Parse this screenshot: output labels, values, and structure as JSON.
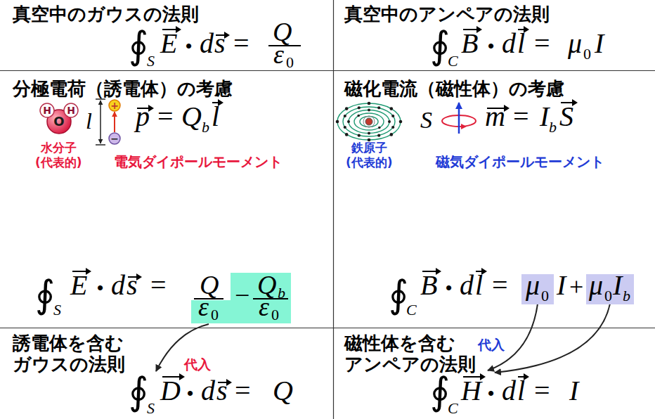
{
  "diagram": {
    "nodes": [
      {
        "text": [
          "H"
        ]
      },
      {
        "text": [
          "O"
        ]
      },
      {
        "text": [
          "H"
        ]
      },
      {
        "text": [
          "+"
        ]
      },
      {
        "text": [
          "−"
        ]
      },
      {
        "text": [
          "ε",
          "0",
          "−",
          "Q",
          "b",
          "ε",
          "0"
        ]
      },
      {
        "text": [
          "μ",
          "0"
        ]
      },
      {
        "text": [
          "μ",
          "0",
          "I",
          "b"
        ]
      }
    ],
    "edges": [
      {
        "from": 4,
        "to": 3,
        "arrow": "to"
      }
    ],
    "labels": [
      "真空中のガウスの法則",
      "∮",
      "S",
      "E",
      "•",
      "d",
      "s",
      "=",
      "Q",
      "ε",
      "0",
      "真空中のアンペアの法則",
      "∮",
      "C",
      "B",
      "•",
      "d",
      "l",
      "=",
      "μ",
      "0",
      "I",
      "分極電荷（誘電体）の考慮",
      "水分子",
      "(代表的)",
      "l",
      "p",
      "=",
      "Q",
      "b",
      "l",
      "電気ダイポールモーメント",
      "磁化電流（磁性体）の考慮",
      "鉄原子",
      "(代表的)",
      "S",
      "m",
      "=",
      "I",
      "b",
      "S",
      "磁気ダイポールモーメント",
      "∮",
      "S",
      "E",
      "•",
      "d",
      "s",
      "=",
      "Q",
      "∮",
      "C",
      "B",
      "•",
      "d",
      "l",
      "=",
      "I",
      "+",
      "誘電体を含む",
      "ガウスの法則",
      "代入",
      "∮",
      "S",
      "D",
      "•",
      "d",
      "s",
      "=",
      "Q",
      "磁性体を含む",
      "アンペアの法則",
      "代入",
      "∮",
      "C",
      "H",
      "•",
      "d",
      "l",
      "=",
      "I"
    ]
  }
}
